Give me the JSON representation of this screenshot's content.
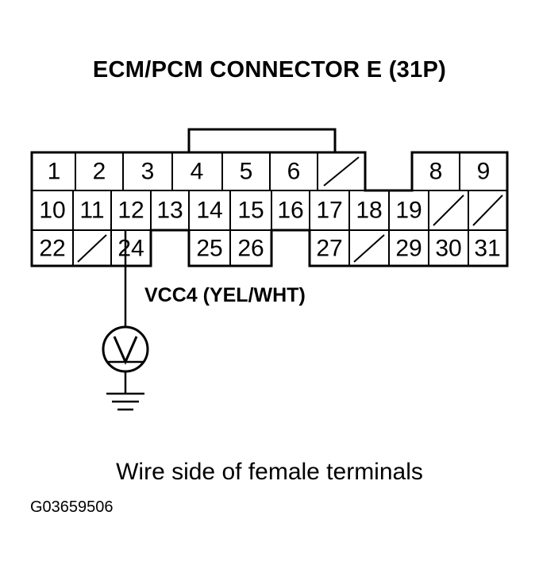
{
  "title": "ECM/PCM CONNECTOR E (31P)",
  "signal_label": "VCC4 (YEL/WHT)",
  "caption": "Wire side of female terminals",
  "figure_code": "G03659506",
  "connector": {
    "rows": [
      [
        "1",
        "2",
        "3",
        "4",
        "5",
        "6",
        "/",
        "",
        "8",
        "9"
      ],
      [
        "10",
        "11",
        "12",
        "13",
        "14",
        "15",
        "16",
        "17",
        "18",
        "19",
        "/",
        "/"
      ],
      [
        "22",
        "/",
        "24",
        "",
        "25",
        "26",
        "",
        "27",
        "/",
        "29",
        "30",
        "31"
      ]
    ],
    "probed_terminal": "24"
  },
  "meter": {
    "icon": "voltmeter-icon",
    "ground_icon": "ground-icon"
  }
}
